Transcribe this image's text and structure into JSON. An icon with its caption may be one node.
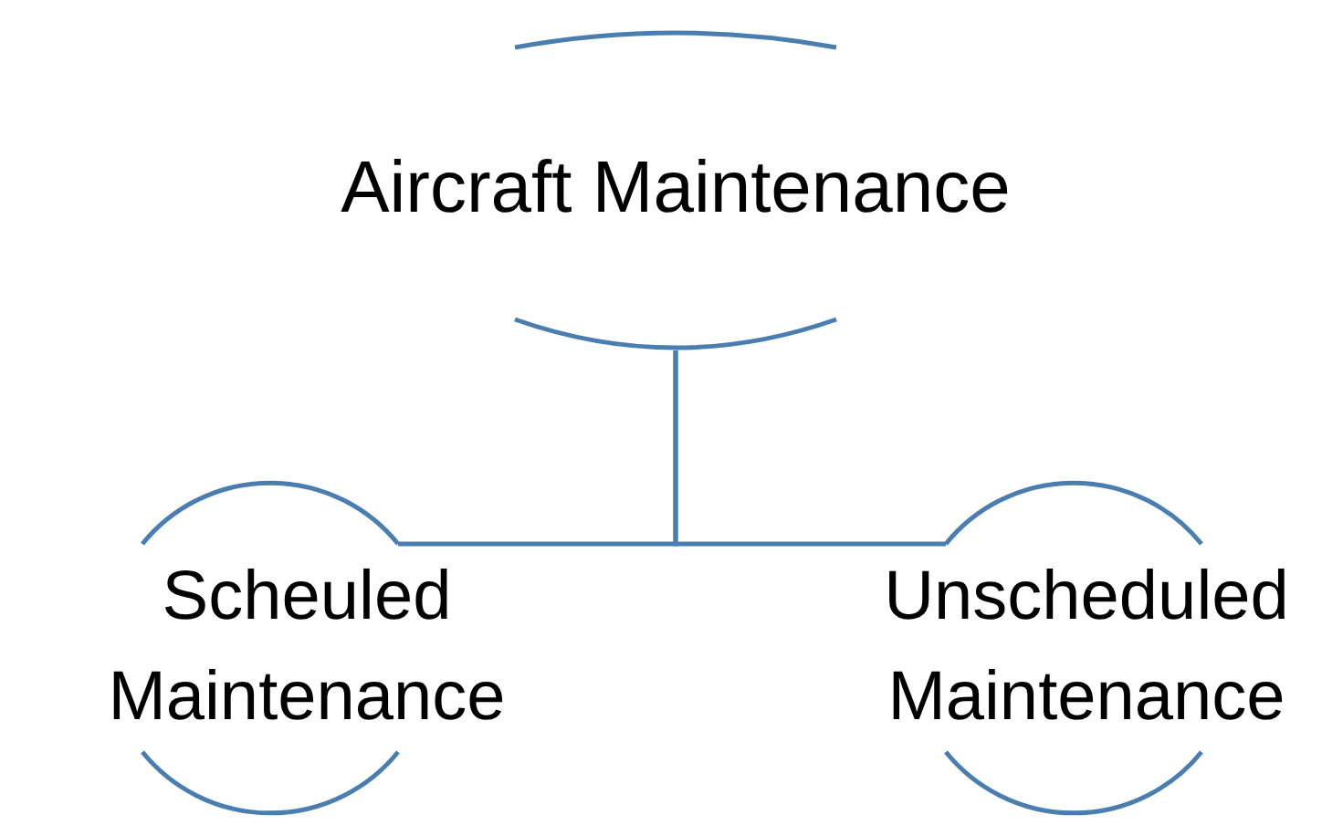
{
  "diagram": {
    "nodes": [
      {
        "text": [
          "Aircraft Maintenance"
        ]
      },
      {
        "text": [
          "Scheuled Maintenance"
        ]
      },
      {
        "text": [
          "Unscheduled Maintenance"
        ]
      }
    ],
    "edges": [
      {
        "from": 0,
        "to": 1,
        "arrow": "none"
      },
      {
        "from": 0,
        "to": 2,
        "arrow": "none"
      }
    ]
  }
}
